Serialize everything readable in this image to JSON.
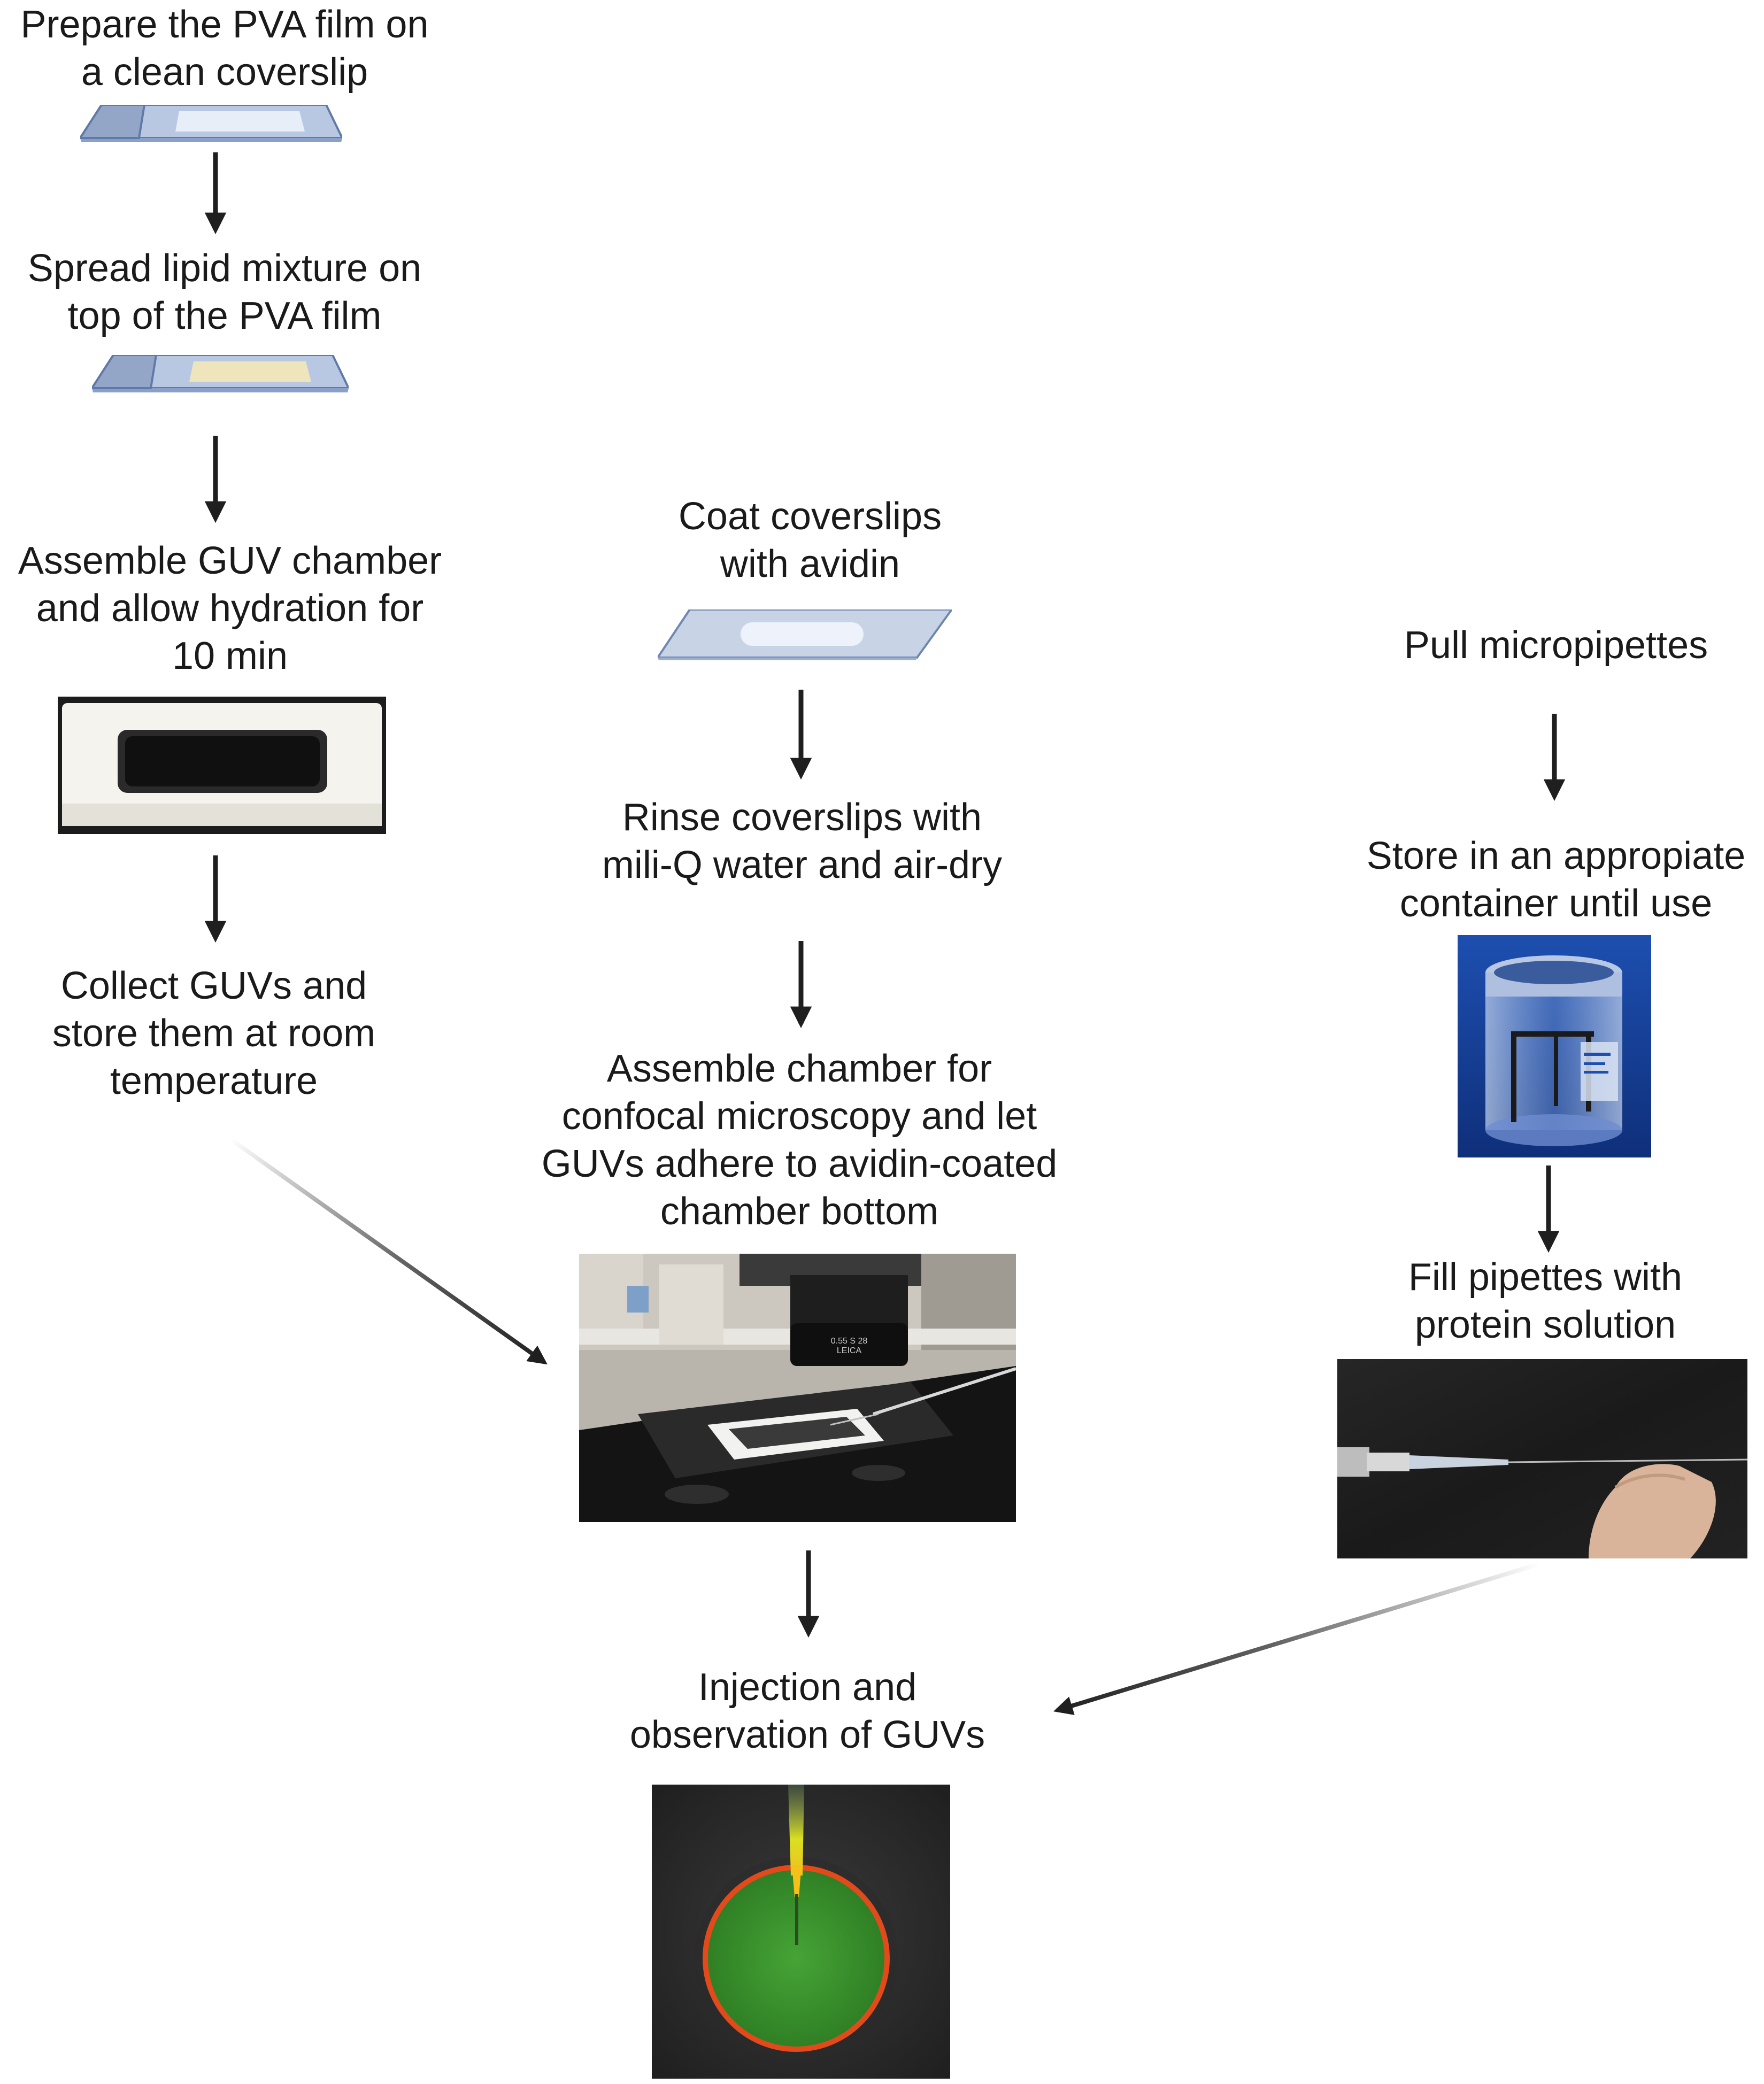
{
  "steps": {
    "prepare_pva": {
      "label": "Prepare the PVA film on\na clean coverslip"
    },
    "spread_lipid": {
      "label": "Spread lipid mixture on\ntop of the PVA film"
    },
    "assemble_guv_chamber": {
      "label": "Assemble GUV chamber\nand allow hydration for\n10 min"
    },
    "collect_guvs": {
      "label": "Collect GUVs and\nstore them at room\ntemperature"
    },
    "coat_coverslips": {
      "label": "Coat coverslips\nwith avidin"
    },
    "rinse_coverslips": {
      "label": "Rinse coverslips with\nmili-Q water and air-dry"
    },
    "assemble_confocal": {
      "label": "Assemble chamber for\nconfocal microscopy and let\nGUVs adhere to avidin-coated\nchamber bottom"
    },
    "pull_micropipettes": {
      "label": "Pull micropipettes"
    },
    "store_container": {
      "label": "Store in an appropiate\ncontainer until use"
    },
    "fill_pipettes": {
      "label": "Fill pipettes with\nprotein solution"
    },
    "injection": {
      "label": "Injection and\nobservation of GUVs"
    }
  },
  "microscope_objective": {
    "line1": "0.55 S 28",
    "line2": "LEICA"
  },
  "colors": {
    "text": "#1a1a1a",
    "arrow": "#1f1f1f",
    "slide_blue": "#b9c8e2",
    "slide_edge": "#5f7aa8",
    "lipid_film": "#efe5bc",
    "chamber_white": "#f4f3ee",
    "vesicle_green": "#3c9a2e",
    "vesicle_rim": "#e24a1c"
  }
}
